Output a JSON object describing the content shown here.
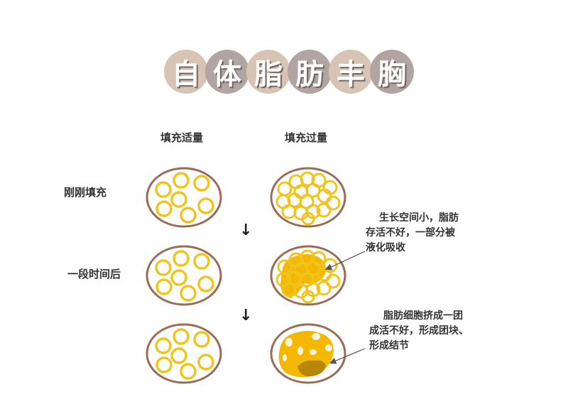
{
  "title": {
    "characters": [
      "自",
      "体",
      "脂",
      "肪",
      "丰",
      "胸"
    ],
    "circle_colors": [
      "#d8c4b4",
      "#b0a5a3",
      "#d8c4b4",
      "#b0a5a3",
      "#d8c4b4",
      "#b0a5a3"
    ]
  },
  "columns": [
    {
      "label": "填充适量"
    },
    {
      "label": "填充过量"
    }
  ],
  "rows": [
    {
      "label": "刚刚填充"
    },
    {
      "label": "一段时间后"
    },
    {
      "label": ""
    }
  ],
  "arrows": [
    "↓",
    "↓"
  ],
  "notes": [
    {
      "lines": [
        "生长空间小，脂肪",
        "存活不好，一部分被",
        "液化吸收"
      ]
    },
    {
      "lines": [
        "脂肪细胞挤成一团",
        "成活不好，形成团块、",
        "形成结节"
      ]
    }
  ],
  "colors": {
    "capsule_border": "#9a6b55",
    "fat_ring": "#f0c41c",
    "fat_fill": "#f5b800",
    "nodule": "#b8860b"
  }
}
